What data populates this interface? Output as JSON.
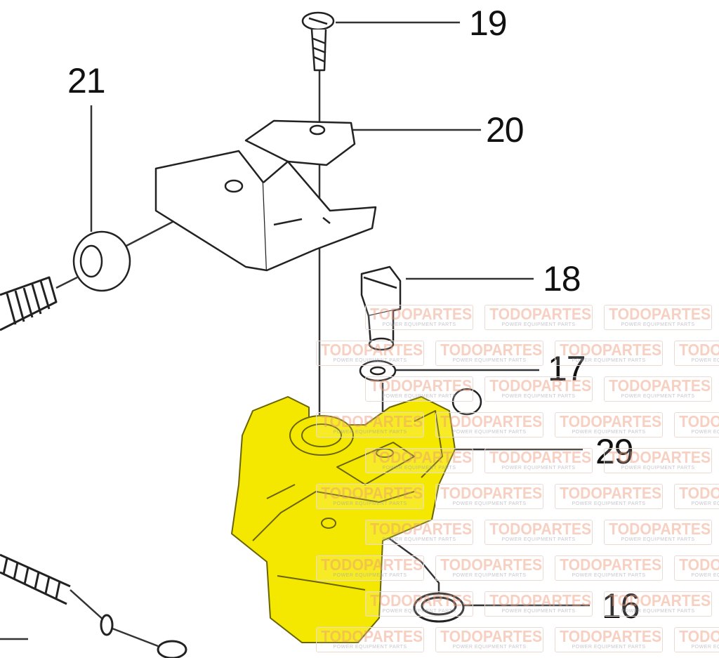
{
  "diagram": {
    "callouts": [
      {
        "id": "c19",
        "label": "19"
      },
      {
        "id": "c20",
        "label": "20"
      },
      {
        "id": "c21",
        "label": "21"
      },
      {
        "id": "c18",
        "label": "18"
      },
      {
        "id": "c17",
        "label": "17"
      },
      {
        "id": "c29",
        "label": "29"
      },
      {
        "id": "c16",
        "label": "16"
      }
    ],
    "highlight_color": "#f5e800",
    "line_color": "#222222"
  },
  "watermark": {
    "brand": "TODOPARTES",
    "tagline": "POWER EQUIPMENT PARTS"
  }
}
